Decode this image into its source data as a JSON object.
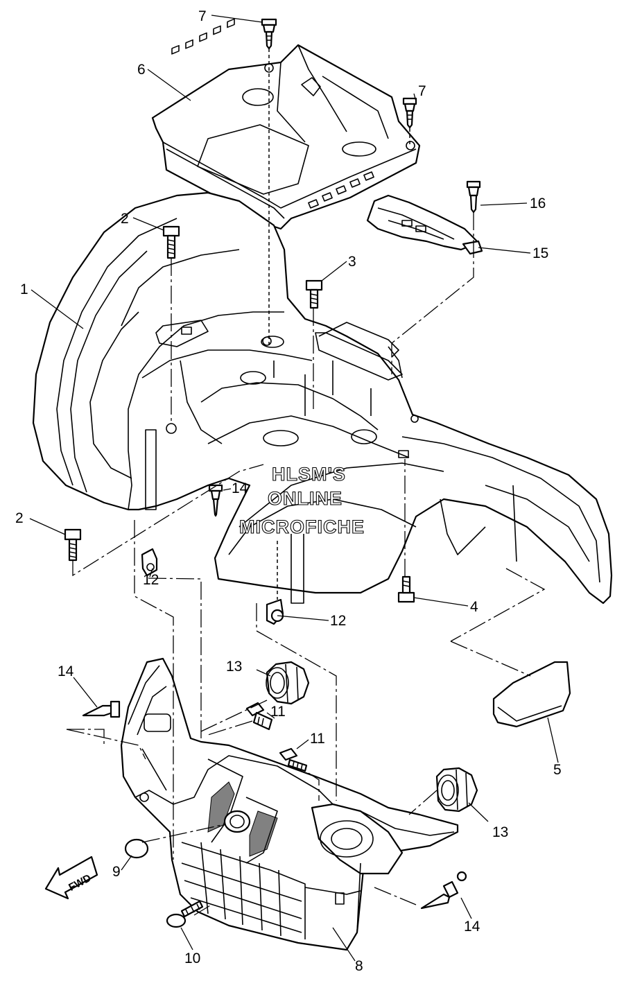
{
  "diagram": {
    "callouts": {
      "c1": "1",
      "c2a": "2",
      "c2b": "2",
      "c3": "3",
      "c4": "4",
      "c5": "5",
      "c6": "6",
      "c7a": "7",
      "c7b": "7",
      "c8": "8",
      "c9": "9",
      "c10": "10",
      "c11a": "11",
      "c11b": "11",
      "c12a": "12",
      "c12b": "12",
      "c13a": "13",
      "c13b": "13",
      "c14a": "14",
      "c14b": "14",
      "c14c": "14",
      "c15": "15",
      "c16": "16"
    },
    "watermark": {
      "line1": "HLSM'S",
      "line2": "ONLINE",
      "line3": "MICROFICHE"
    },
    "direction_marker": "FWD"
  }
}
